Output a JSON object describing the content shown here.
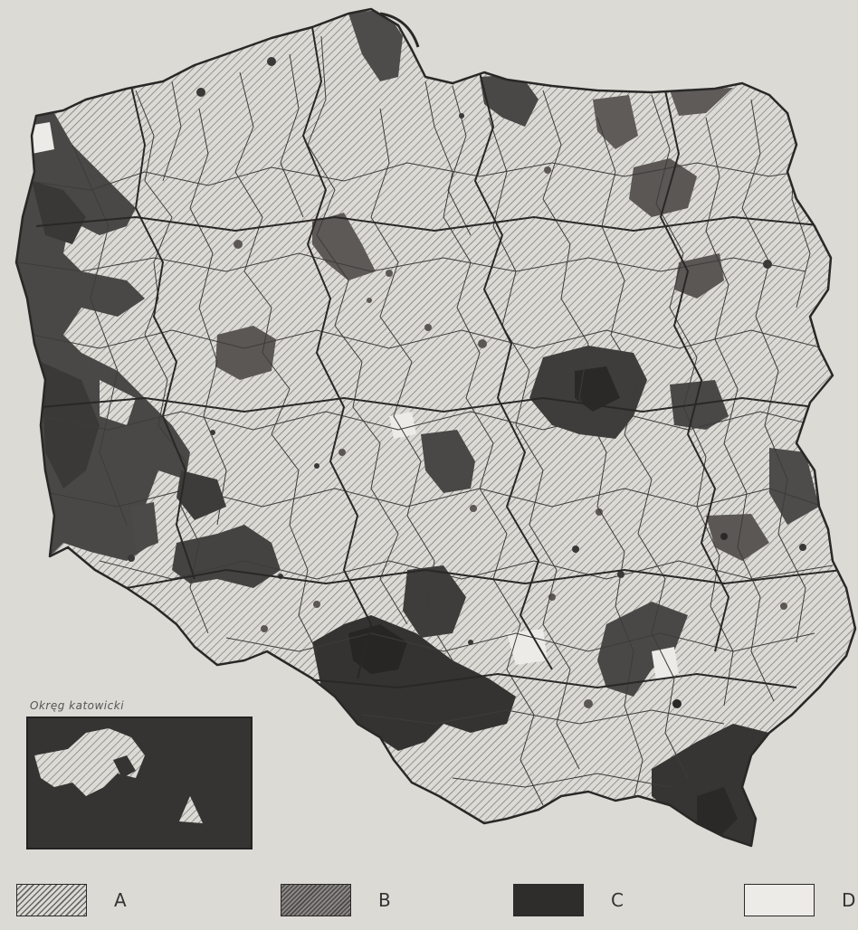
{
  "map": {
    "inset_caption": "Okręg katowicki"
  },
  "legend": {
    "items": [
      {
        "key": "a",
        "label": "A"
      },
      {
        "key": "b",
        "label": "B"
      },
      {
        "key": "c",
        "label": "C"
      },
      {
        "key": "d",
        "label": "D"
      }
    ]
  },
  "colors": {
    "background": "#dcdad5",
    "hatch_light": "#6a6866",
    "medium_shade": "#5a5755",
    "dark_shade": "#2f2d2c",
    "border": "#3a3836"
  }
}
